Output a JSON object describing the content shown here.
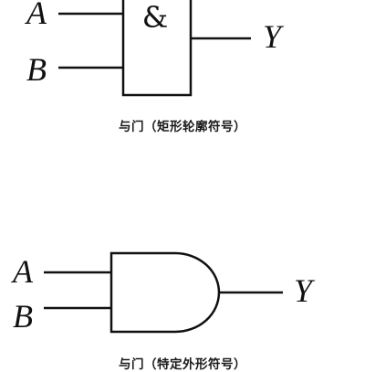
{
  "gate_rect": {
    "symbol": "&",
    "inputs": [
      "A",
      "B"
    ],
    "output": "Y",
    "caption": "与门（矩形轮廓符号）"
  },
  "gate_shape": {
    "inputs": [
      "A",
      "B"
    ],
    "output": "Y",
    "caption": "与门（特定外形符号）"
  }
}
